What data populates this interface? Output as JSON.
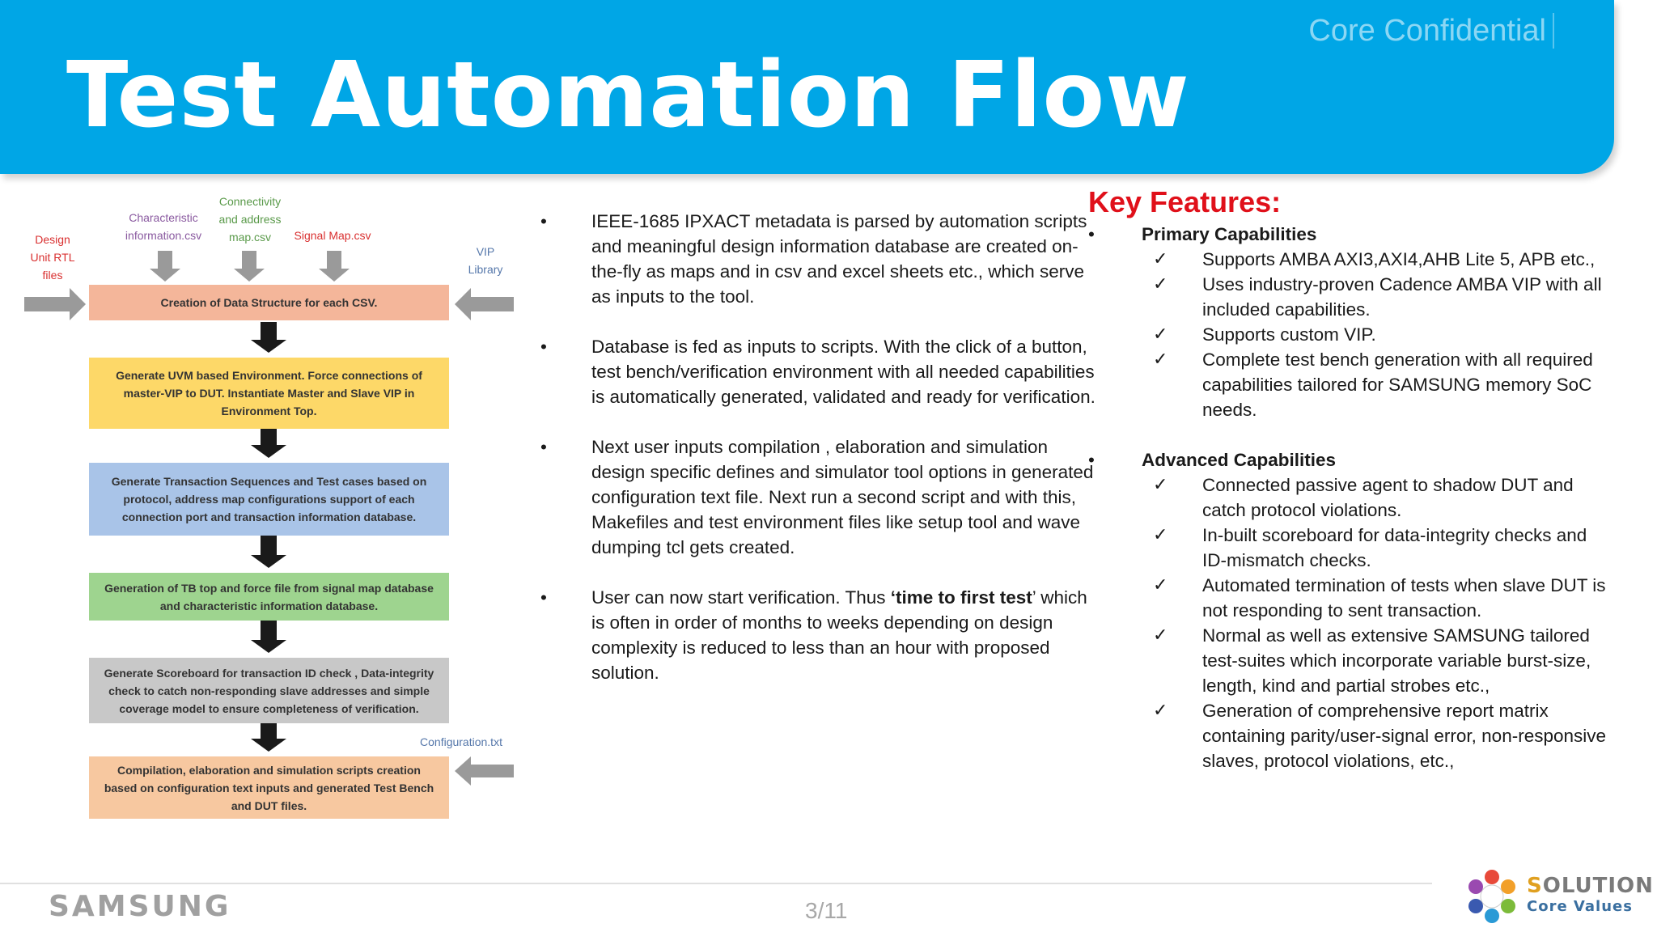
{
  "header": {
    "title": "Test Automation Flow",
    "confidential": "Core Confidential",
    "color": "#00a6e6"
  },
  "flowchart": {
    "inputs": {
      "design": "Design Unit RTL files",
      "characteristic": "Characteristic information.csv",
      "connectivity": "Connectivity and address map.csv",
      "signal": "Signal Map.csv",
      "vip": "VIP Library",
      "config": "Configuration.txt"
    },
    "steps": [
      "Creation of Data Structure for each CSV.",
      "Generate UVM based Environment. Force connections of master-VIP to DUT. Instantiate Master and Slave VIP in Environment Top.",
      "Generate Transaction Sequences and Test cases based on protocol, address map configurations support of each connection port and transaction information database.",
      "Generation of TB top and force file from signal map database and characteristic information database.",
      "Generate Scoreboard for transaction ID check , Data-integrity check to catch non-responding slave addresses and simple coverage model to ensure completeness of verification.",
      "Compilation, elaboration and simulation scripts creation based on configuration text inputs and generated Test Bench and DUT files."
    ],
    "step_colors": [
      "#f4b69a",
      "#fdd868",
      "#a9c4e8",
      "#9ed48f",
      "#c8c8c8",
      "#f7c8a0"
    ]
  },
  "middle": {
    "bullets": [
      "IEEE-1685 IPXACT metadata is parsed by automation scripts and meaningful design information database are created on-the-fly as maps and in csv and excel sheets etc., which serve as inputs to the tool.",
      "Database is fed as inputs to scripts. With the click of a button, test bench/verification environment with all needed capabilities is automatically generated, validated and ready for verification.",
      "Next user inputs compilation , elaboration and simulation design specific defines and simulator tool options in generated configuration text file. Next run a second  script and with this, Makefiles and test environment files like setup tool and wave dumping tcl gets created."
    ],
    "last": {
      "pre": "User can now start verification. Thus ",
      "bold": "‘time to first test",
      "mid": "’",
      "post": " which is often in order of months to weeks depending on design complexity is reduced to less than an hour with proposed solution."
    }
  },
  "features": {
    "heading": "Key Features:",
    "primary": {
      "label": "Primary Capabilities",
      "items": [
        "Supports AMBA AXI3,AXI4,AHB Lite 5, APB etc.,",
        "Uses industry-proven Cadence AMBA VIP with all included capabilities.",
        "Supports custom VIP.",
        "Complete test bench generation with all required capabilities tailored for SAMSUNG memory SoC needs."
      ]
    },
    "advanced": {
      "label": "Advanced Capabilities",
      "items": [
        "Connected passive agent to shadow DUT and catch protocol violations.",
        "In-built scoreboard for data-integrity checks and ID-mismatch checks.",
        "Automated termination of tests when slave DUT is not responding to sent transaction.",
        "Normal as well as extensive SAMSUNG tailored test-suites which incorporate variable burst-size, length, kind and partial strobes etc.,",
        "Generation of comprehensive report matrix containing parity/user-signal error, non-responsive slaves, protocol violations, etc.,"
      ]
    }
  },
  "footer": {
    "brand": "SAMSUNG",
    "page": "3/11",
    "logo_line1_accent": "S",
    "logo_line1_rest": "OLUTION",
    "logo_line2": "Core Values"
  },
  "symbols": {
    "bullet": "•",
    "check": "✓"
  }
}
